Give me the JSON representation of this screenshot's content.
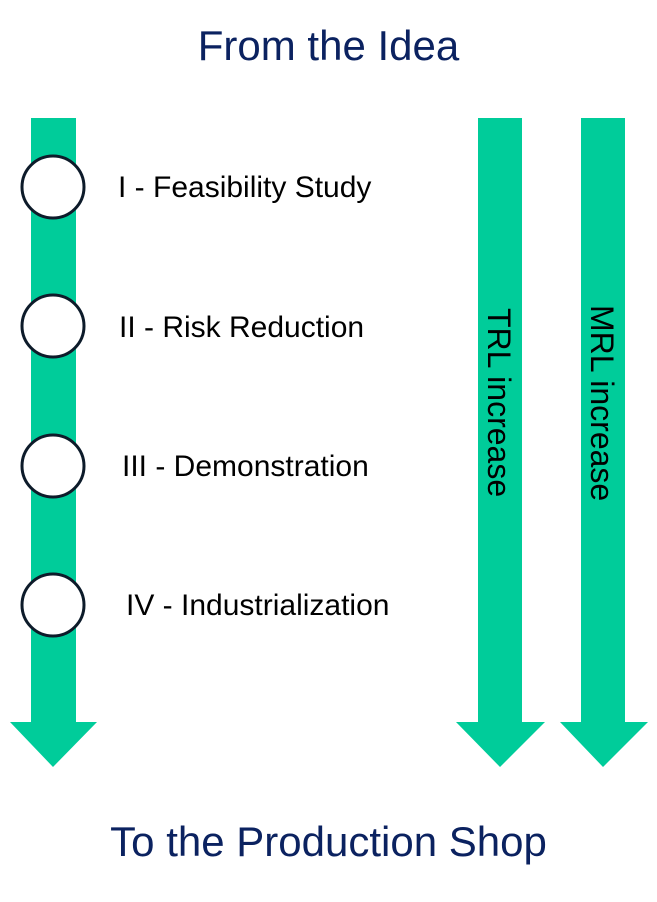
{
  "colors": {
    "arrow": "#00cc9a",
    "title_text": "#0b2260",
    "stage_text": "#000000",
    "circle_fill": "#ffffff",
    "circle_stroke": "#0d1b2a"
  },
  "header": {
    "title": "From the Idea"
  },
  "footer": {
    "title": "To the Production Shop"
  },
  "stages": [
    {
      "label": "I - Feasibility Study"
    },
    {
      "label": "II - Risk Reduction"
    },
    {
      "label": "III - Demonstration"
    },
    {
      "label": "IV - Industrialization"
    }
  ],
  "trl_arrow": {
    "label": "TRL increase"
  },
  "mrl_arrow": {
    "label": "MRL increase"
  }
}
